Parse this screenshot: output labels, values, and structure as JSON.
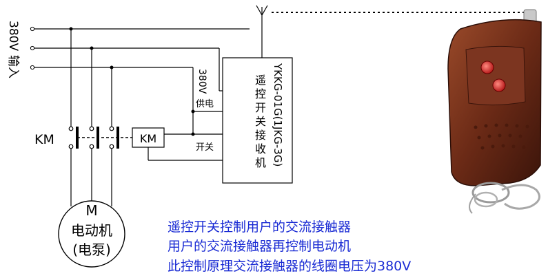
{
  "diagram": {
    "input_voltage": "380V",
    "input_label": "输入",
    "contactor_label": "KM",
    "coil_label": "KM",
    "motor_symbol": "M",
    "motor_name": "电动机",
    "motor_note": "(电泵)",
    "supply_voltage": "380V",
    "supply_label": "供电",
    "switch_label": "开关",
    "receiver_model": "YKKG-01G(1JKG-3G)",
    "receiver_name": [
      "遥",
      "控",
      "开",
      "关",
      "接",
      "收",
      "机"
    ]
  },
  "captions": [
    "遥控开关控制用户的交流接触器",
    "用户的交流接触器再控制电动机",
    "此控制原理交流接触器的线圈电压为380V"
  ],
  "colors": {
    "wire": "#000000",
    "caption": "#1a2bd4",
    "remote_body": "#6b2a16",
    "remote_button": "#d8302e"
  }
}
